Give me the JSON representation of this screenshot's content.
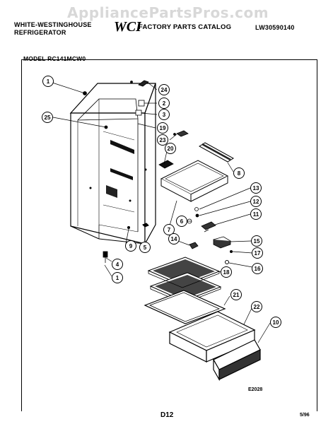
{
  "header": {
    "brand_line1": "WHITE-WESTINGHOUSE",
    "brand_line2": "REFRIGERATOR",
    "logo": "WCI",
    "catalog_title": "FACTORY PARTS CATALOG",
    "catalog_number": "LW30590140",
    "model": "MODEL RC141MCW0"
  },
  "watermark": "AppliancePartsPros.com",
  "diagram": {
    "callouts": [
      "1",
      "24",
      "2",
      "3",
      "19",
      "25",
      "23",
      "20",
      "8",
      "13",
      "12",
      "11",
      "6",
      "7",
      "9",
      "5",
      "14",
      "4",
      "1",
      "15",
      "17",
      "16",
      "18",
      "21",
      "22",
      "10"
    ]
  },
  "footer": {
    "figure_code": "E2028",
    "page": "D12",
    "date": "5/96"
  },
  "colors": {
    "ink": "#000000",
    "watermark": "#d8d8d8",
    "background": "#ffffff"
  }
}
